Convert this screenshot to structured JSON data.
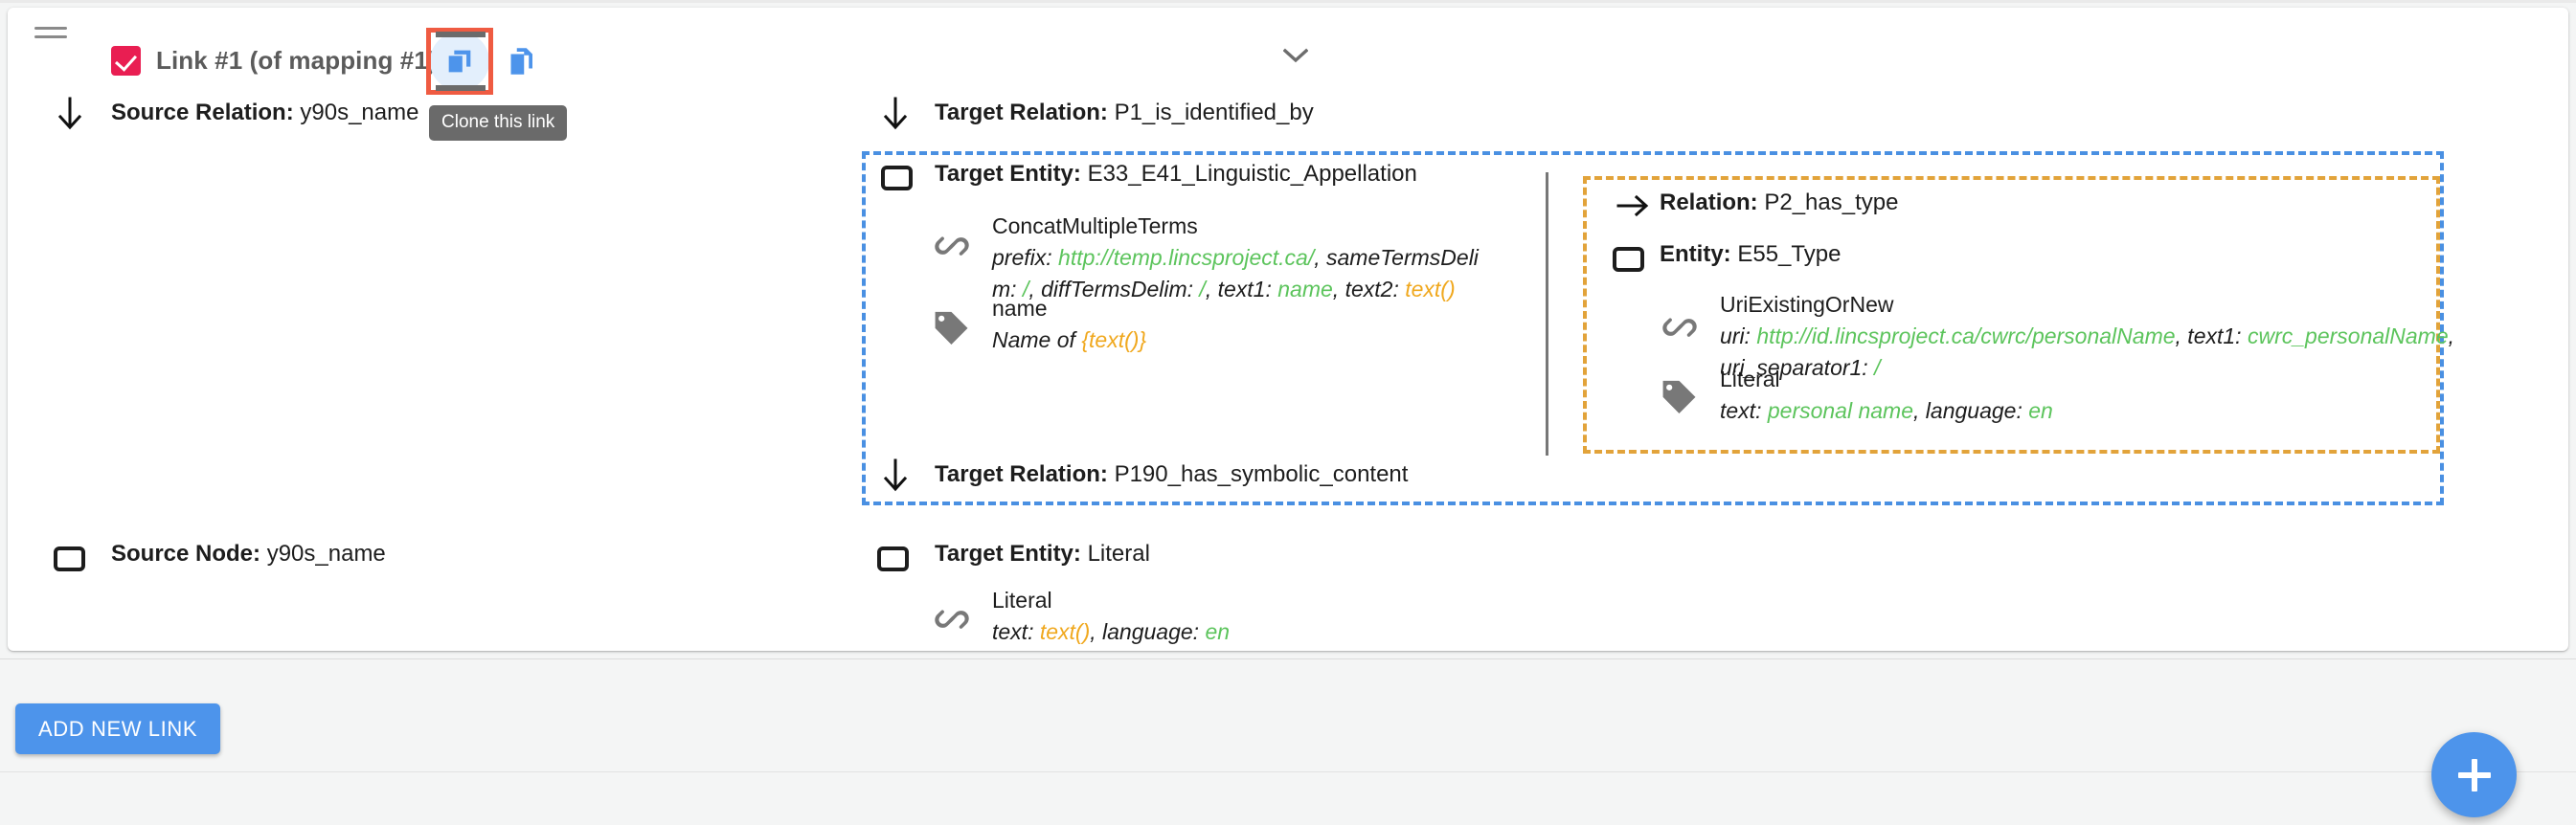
{
  "header": {
    "drag_handle_icon": "drag-handle-icon",
    "checkbox_checked": true,
    "title": "Link #1 (of mapping #1)",
    "clone_icon": "clone-icon",
    "duplicate_icon": "duplicate-icon",
    "collapse_icon": "chevron-down-icon",
    "tooltip": "Clone this link",
    "accent_checkbox_color": "#e91e52",
    "accent_icon_color": "#4d94eb",
    "focus_outline_color": "#ef5b42"
  },
  "source_relation": {
    "icon": "arrow-down-icon",
    "label": "Source Relation:",
    "value": "y90s_name"
  },
  "source_node": {
    "icon": "checkbox-unchecked-icon",
    "label": "Source Node:",
    "value": "y90s_name"
  },
  "target_relation_1": {
    "icon": "arrow-down-icon",
    "label": "Target Relation:",
    "value": "P1_is_identified_by"
  },
  "target_entity_1": {
    "icon": "checkbox-unchecked-icon",
    "label": "Target Entity:",
    "value": "E33_E41_Linguistic_Appellation",
    "uri_block": {
      "icon": "link-icon",
      "title": "ConcatMultipleTerms",
      "line1_k1": "prefix: ",
      "line1_v1": "http://temp.lincsproject.ca/",
      "line1_k2": ", sameTermsDeli",
      "line2_k1": "m: ",
      "line2_v1": "/",
      "line2_k2": ", diffTermsDelim: ",
      "line2_v2": "/",
      "line2_k3": ", text1: ",
      "line2_v3": "name",
      "line2_k4": ", text2: ",
      "line2_v4": "text()"
    },
    "label_block": {
      "icon": "tag-icon",
      "title": "name",
      "text_prefix": "Name of ",
      "text_value": "{text()}"
    }
  },
  "nested_relation": {
    "icon": "arrow-right-icon",
    "label": "Relation:",
    "value": "P2_has_type"
  },
  "nested_entity": {
    "icon": "checkbox-unchecked-icon",
    "label": "Entity:",
    "value": "E55_Type",
    "uri_block": {
      "icon": "link-icon",
      "title": "UriExistingOrNew",
      "line1_k1": "uri: ",
      "line1_v1": "http://id.lincsproject.ca/cwrc/personalName",
      "line1_k2": ", text1: ",
      "line1_v2": "cwrc_personalName",
      "line1_k3": ",",
      "line2_k1": "uri_separator1: ",
      "line2_v1": "/"
    },
    "label_block": {
      "icon": "tag-icon",
      "title": "Literal",
      "line_k1": "text: ",
      "line_v1": "personal name",
      "line_k2": ", language: ",
      "line_v2": "en"
    }
  },
  "target_relation_2": {
    "icon": "arrow-down-icon",
    "label": "Target Relation:",
    "value": "P190_has_symbolic_content"
  },
  "target_entity_2": {
    "icon": "checkbox-unchecked-icon",
    "label": "Target Entity:",
    "value": "Literal",
    "literal_block": {
      "icon": "link-icon",
      "title": "Literal",
      "line_k1": "text: ",
      "line_v1": "text()",
      "line_k2": ", language: ",
      "line_v2": "en"
    }
  },
  "footer": {
    "add_link_label": "ADD NEW LINK",
    "fab_icon": "plus-icon",
    "button_color": "#4d94eb"
  },
  "colors": {
    "outer_box_dashed": "#4a90e2",
    "inner_box_dashed": "#e2a33a",
    "green_value": "#5cc45c",
    "orange_value": "#f0a81e"
  }
}
